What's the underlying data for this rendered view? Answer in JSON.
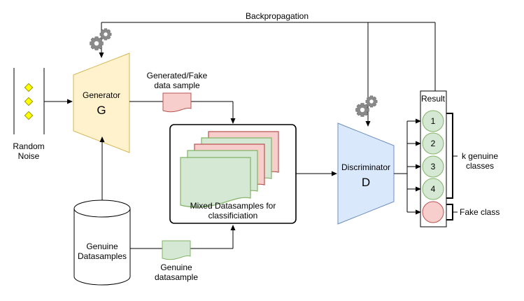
{
  "backpropagation_label": "Backpropagation",
  "noise": {
    "label_line1": "Random",
    "label_line2": "Noise"
  },
  "generator": {
    "title": "Generator",
    "letter": "G",
    "fill": "#fff2cc",
    "stroke": "#d6b656"
  },
  "fake_sample": {
    "label_line1": "Generated/Fake",
    "label_line2": "data sample",
    "fill": "#f8cecc",
    "stroke": "#b85450"
  },
  "mixed": {
    "label_line1": "Mixed Datasamples for",
    "label_line2": "classificiation"
  },
  "genuine_db": {
    "label_line1": "Genuine",
    "label_line2": "Datasamples"
  },
  "genuine_sample": {
    "label_line1": "Genuine",
    "label_line2": "datasample",
    "fill": "#d5e8d4",
    "stroke": "#82b366"
  },
  "discriminator": {
    "title": "Discriminator",
    "letter": "D",
    "fill": "#dae8fc",
    "stroke": "#6c8ebf"
  },
  "result": {
    "title": "Result",
    "classes": [
      "1",
      "2",
      "3",
      "4"
    ],
    "genuine_label_line1": "k genuine",
    "genuine_label_line2": "classes",
    "fake_label": "Fake class"
  },
  "icons": [
    "gears-icon",
    "gears-icon"
  ]
}
